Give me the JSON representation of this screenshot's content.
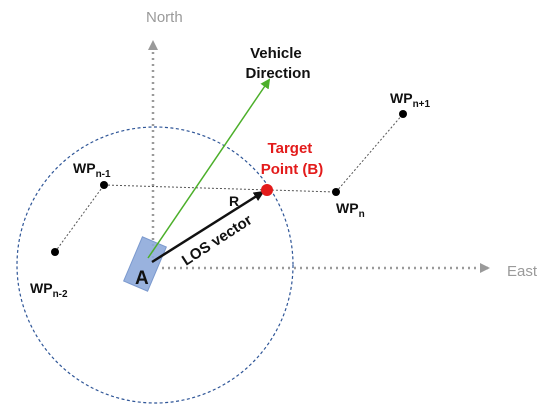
{
  "axes": {
    "north_label": "North",
    "east_label": "East"
  },
  "vehicle_direction": {
    "line1": "Vehicle",
    "line2": "Direction"
  },
  "target_point": {
    "line1": "Target",
    "line2": "Point (B)",
    "color": "#e31b1b"
  },
  "waypoints": {
    "wp_n_minus_2": {
      "base": "WP",
      "sub": "n-2"
    },
    "wp_n_minus_1": {
      "base": "WP",
      "sub": "n-1"
    },
    "wp_n": {
      "base": "WP",
      "sub": "n"
    },
    "wp_n_plus_1": {
      "base": "WP",
      "sub": "n+1"
    }
  },
  "vehicle": {
    "label": "A",
    "color": "#8eaadb"
  },
  "radius_label": "R",
  "los_label": "LOS vector",
  "colors": {
    "circle": "#2e5597",
    "heading_arrow": "#4caf2a",
    "axis": "#9a9a9a",
    "path": "#555555"
  }
}
